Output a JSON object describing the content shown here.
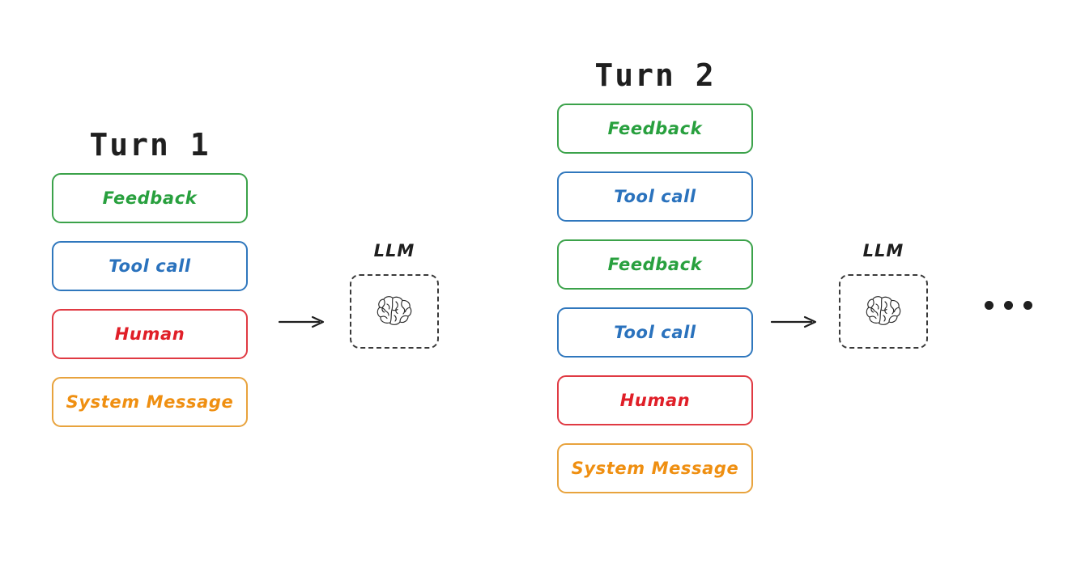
{
  "diagram": {
    "background_color": "#ffffff",
    "colors": {
      "feedback": "#28a03e",
      "tool_call": "#2a72bd",
      "human": "#e01f28",
      "system": "#ef8f11",
      "title": "#1f1f1f",
      "llm_border": "#3a3a3a",
      "arrow": "#1f1f1f"
    },
    "turns": [
      {
        "title": "Turn 1",
        "messages": [
          {
            "label": "Feedback",
            "kind": "feedback"
          },
          {
            "label": "Tool call",
            "kind": "tool_call"
          },
          {
            "label": "Human",
            "kind": "human"
          },
          {
            "label": "System Message",
            "kind": "system"
          }
        ]
      },
      {
        "title": "Turn 2",
        "messages": [
          {
            "label": "Feedback",
            "kind": "feedback"
          },
          {
            "label": "Tool call",
            "kind": "tool_call"
          },
          {
            "label": "Feedback",
            "kind": "feedback"
          },
          {
            "label": "Tool call",
            "kind": "tool_call"
          },
          {
            "label": "Human",
            "kind": "human"
          },
          {
            "label": "System Message",
            "kind": "system"
          }
        ]
      }
    ],
    "llm_nodes": [
      {
        "label": "LLM",
        "icon": "brain-icon"
      },
      {
        "label": "LLM",
        "icon": "brain-icon"
      }
    ],
    "arrows": [
      {
        "icon": "arrow-right-icon"
      },
      {
        "icon": "arrow-right-icon"
      }
    ],
    "continuation": {
      "icon": "ellipsis-icon",
      "dots": 3
    }
  }
}
